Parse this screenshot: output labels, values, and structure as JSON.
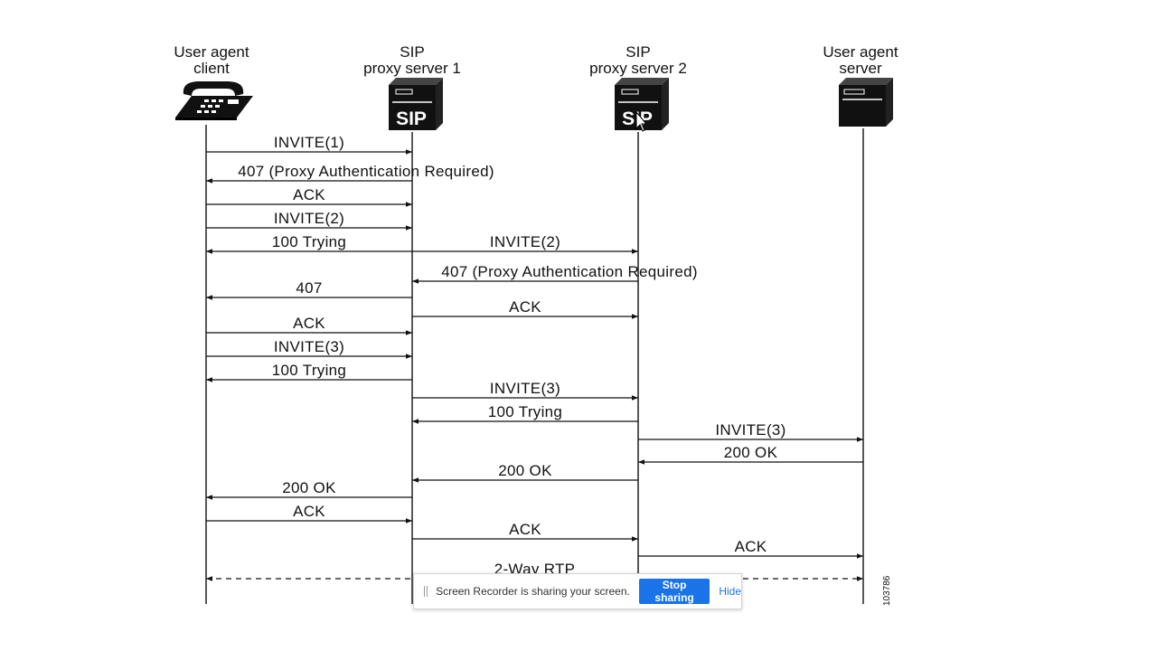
{
  "actors": [
    {
      "id": "uac",
      "lines": [
        "User agent",
        "client"
      ],
      "icon": "telephone-icon"
    },
    {
      "id": "proxy1",
      "lines": [
        "SIP",
        "proxy server 1"
      ],
      "icon": "sip-server-icon",
      "badge": "SIP"
    },
    {
      "id": "proxy2",
      "lines": [
        "SIP",
        "proxy server 2"
      ],
      "icon": "sip-server-icon",
      "badge": "SIP"
    },
    {
      "id": "uas",
      "lines": [
        "User agent",
        "server"
      ],
      "icon": "server-icon"
    }
  ],
  "messages": [
    {
      "from": "uac",
      "to": "proxy1",
      "label": "INVITE(1)"
    },
    {
      "from": "proxy1",
      "to": "uac",
      "label": "407 (Proxy Authentication Required)"
    },
    {
      "from": "uac",
      "to": "proxy1",
      "label": "ACK"
    },
    {
      "from": "uac",
      "to": "proxy1",
      "label": "INVITE(2)"
    },
    {
      "from": "proxy1",
      "to": "uac",
      "label": "100 Trying"
    },
    {
      "from": "proxy1",
      "to": "proxy2",
      "label": "INVITE(2)"
    },
    {
      "from": "proxy2",
      "to": "proxy1",
      "label": "407 (Proxy Authentication Required)"
    },
    {
      "from": "proxy1",
      "to": "uac",
      "label": "407"
    },
    {
      "from": "proxy1",
      "to": "proxy2",
      "label": "ACK"
    },
    {
      "from": "uac",
      "to": "proxy1",
      "label": "ACK"
    },
    {
      "from": "uac",
      "to": "proxy1",
      "label": "INVITE(3)"
    },
    {
      "from": "proxy1",
      "to": "uac",
      "label": "100 Trying"
    },
    {
      "from": "proxy1",
      "to": "proxy2",
      "label": "INVITE(3)"
    },
    {
      "from": "proxy2",
      "to": "proxy1",
      "label": "100 Trying"
    },
    {
      "from": "proxy2",
      "to": "uas",
      "label": "INVITE(3)"
    },
    {
      "from": "uas",
      "to": "proxy2",
      "label": "200 OK"
    },
    {
      "from": "proxy2",
      "to": "proxy1",
      "label": "200 OK"
    },
    {
      "from": "proxy1",
      "to": "uac",
      "label": "200 OK"
    },
    {
      "from": "uac",
      "to": "proxy1",
      "label": "ACK"
    },
    {
      "from": "proxy1",
      "to": "proxy2",
      "label": "ACK"
    },
    {
      "from": "proxy2",
      "to": "uas",
      "label": "ACK"
    },
    {
      "from": "uac",
      "to": "uas",
      "label": "2-Way RTP",
      "style": "dashed",
      "bidirectional": true
    }
  ],
  "figure_id": "103786",
  "share_bar": {
    "text": "Screen Recorder is sharing your screen.",
    "stop_label": "Stop sharing",
    "hide_label": "Hide",
    "accent": "#1a73e8"
  }
}
